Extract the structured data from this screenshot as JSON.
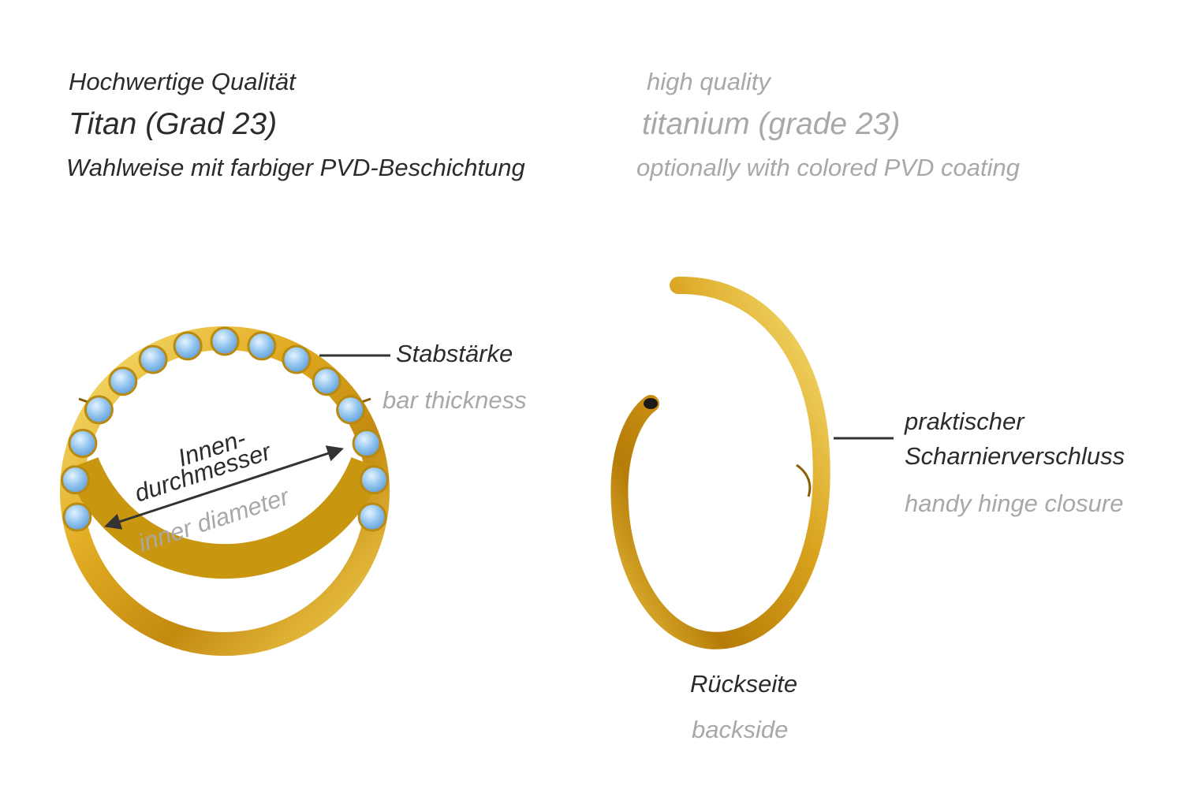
{
  "header": {
    "de": {
      "line1": "Hochwertige Qualität",
      "line2": "Titan (Grad 23)",
      "line3": "Wahlweise mit farbiger PVD-Beschichtung"
    },
    "en": {
      "line1": "high quality",
      "line2": "titanium (grade 23)",
      "line3": "optionally with colored PVD coating"
    }
  },
  "labels": {
    "bar_thickness_de": "Stabstärke",
    "bar_thickness_en": "bar thickness",
    "inner_diameter_de_line1": "Innen-",
    "inner_diameter_de_line2": "durchmesser",
    "inner_diameter_en": "inner diameter",
    "hinge_de_line1": "praktischer",
    "hinge_de_line2": "Scharnierverschluss",
    "hinge_en": "handy hinge closure",
    "backside_de": "Rückseite",
    "backside_en": "backside"
  },
  "colors": {
    "gold": "#d9a21c",
    "gold_light": "#f6de6a",
    "gold_dark": "#9c6b06",
    "opal": "#8fc3ee",
    "text_dark": "#2b2b2b",
    "text_light": "#a8a8a8"
  }
}
